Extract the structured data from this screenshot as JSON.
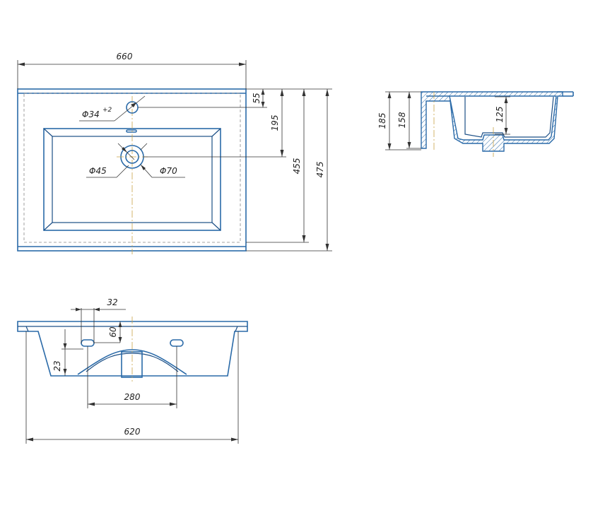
{
  "top_view": {
    "width_label": "660",
    "depth_total_label": "475",
    "depth_inner_label": "455",
    "tap_hole_offset_label": "55",
    "drain_offset_label": "195",
    "tap_hole_diameter_label": "Φ34",
    "tap_hole_tolerance_label": "+2",
    "drain_inner_diameter_label": "Φ45",
    "drain_outer_diameter_label": "Φ70"
  },
  "side_section": {
    "total_height_label": "185",
    "body_height_label": "158",
    "bowl_depth_label": "125"
  },
  "front_view": {
    "mount_slot_width_label": "32",
    "mount_slot_height_label": "60",
    "rim_thickness_label": "23",
    "mount_spacing_label": "280",
    "base_width_label": "620"
  },
  "colors": {
    "outline": "#2a6aa8",
    "dimension": "#333333",
    "centerline": "#c9a347"
  }
}
